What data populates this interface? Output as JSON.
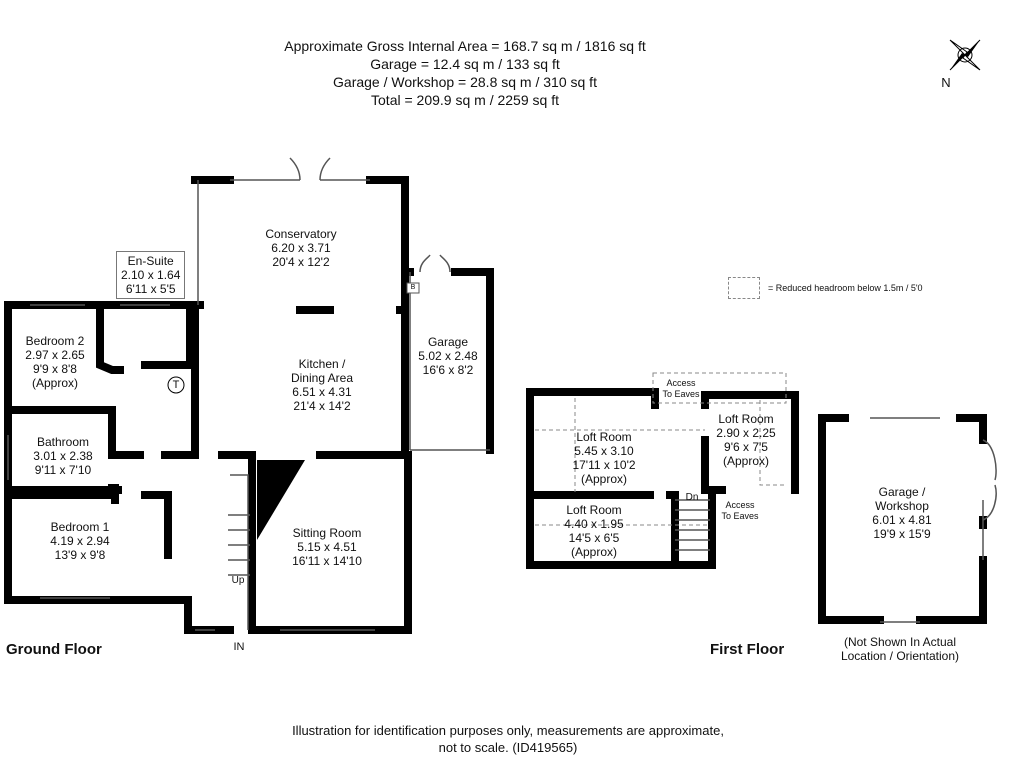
{
  "header": {
    "lines": [
      "Approximate Gross Internal Area = 168.7 sq m / 1816 sq ft",
      "Garage = 12.4 sq m / 133 sq ft",
      "Garage / Workshop = 28.8 sq m / 310 sq ft",
      "Total = 209.9 sq m / 2259 sq ft"
    ]
  },
  "compass": {
    "label": "N",
    "icon": "compass-icon"
  },
  "legend": {
    "text": "= Reduced headroom below 1.5m / 5'0"
  },
  "ground_floor": {
    "label": "Ground Floor",
    "entrance": "IN",
    "stairs": "Up",
    "boiler": "B",
    "tank": "T",
    "rooms": {
      "conservatory": [
        "Conservatory",
        "6.20 x 3.71",
        "20'4 x 12'2"
      ],
      "ensuite": [
        "En-Suite",
        "2.10 x 1.64",
        "6'11 x 5'5"
      ],
      "bedroom2": [
        "Bedroom 2",
        "2.97 x 2.65",
        "9'9 x 8'8",
        "(Approx)"
      ],
      "kitchen": [
        "Kitchen /",
        "Dining Area",
        "6.51 x 4.31",
        "21'4 x 14'2"
      ],
      "garage": [
        "Garage",
        "5.02 x 2.48",
        "16'6 x 8'2"
      ],
      "bathroom": [
        "Bathroom",
        "3.01 x 2.38",
        "9'11 x 7'10"
      ],
      "bedroom1": [
        "Bedroom 1",
        "4.19 x 2.94",
        "13'9 x 9'8"
      ],
      "sitting": [
        "Sitting Room",
        "5.15 x 4.51",
        "16'11 x 14'10"
      ]
    }
  },
  "first_floor": {
    "label": "First Floor",
    "stairs": "Dn",
    "access_top": [
      "Access",
      "To Eaves"
    ],
    "access_bottom": [
      "Access",
      "To Eaves"
    ],
    "rooms": {
      "loft1": [
        "Loft Room",
        "5.45 x 3.10",
        "17'11 x 10'2",
        "(Approx)"
      ],
      "loft2": [
        "Loft Room",
        "2.90 x 2.25",
        "9'6 x 7'5",
        "(Approx)"
      ],
      "loft3": [
        "Loft Room",
        "4.40 x 1.95",
        "14'5 x 6'5",
        "(Approx)"
      ]
    }
  },
  "workshop": {
    "rooms": [
      "Garage /",
      "Workshop",
      "6.01 x 4.81",
      "19'9 x 15'9"
    ],
    "note": [
      "(Not Shown In Actual",
      "Location / Orientation)"
    ]
  },
  "footer": [
    "Illustration for identification purposes only, measurements are approximate,",
    "not to scale. (ID419565)"
  ]
}
